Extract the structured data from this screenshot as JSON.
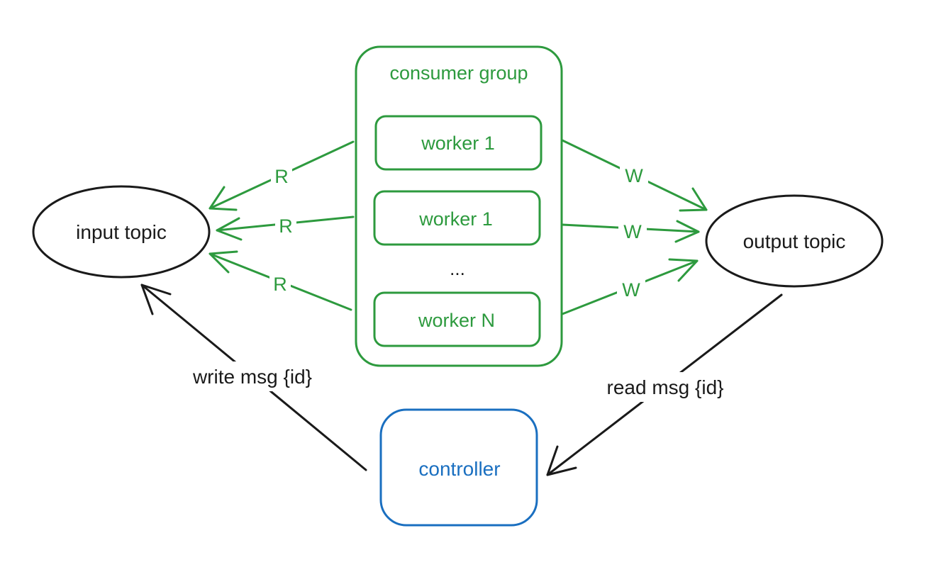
{
  "colors": {
    "green": "#2d9a3e",
    "blue": "#1a6fc0",
    "black": "#1a1a1a"
  },
  "nodes": {
    "input_topic": "input topic",
    "output_topic": "output topic",
    "consumer_group": "consumer group",
    "workers": [
      "worker 1",
      "worker 1",
      "worker N"
    ],
    "workers_ellipsis": "...",
    "controller": "controller"
  },
  "edges": {
    "read_label": "R",
    "write_label": "W",
    "controller_write": "write msg {id}",
    "controller_read": "read msg {id}"
  }
}
